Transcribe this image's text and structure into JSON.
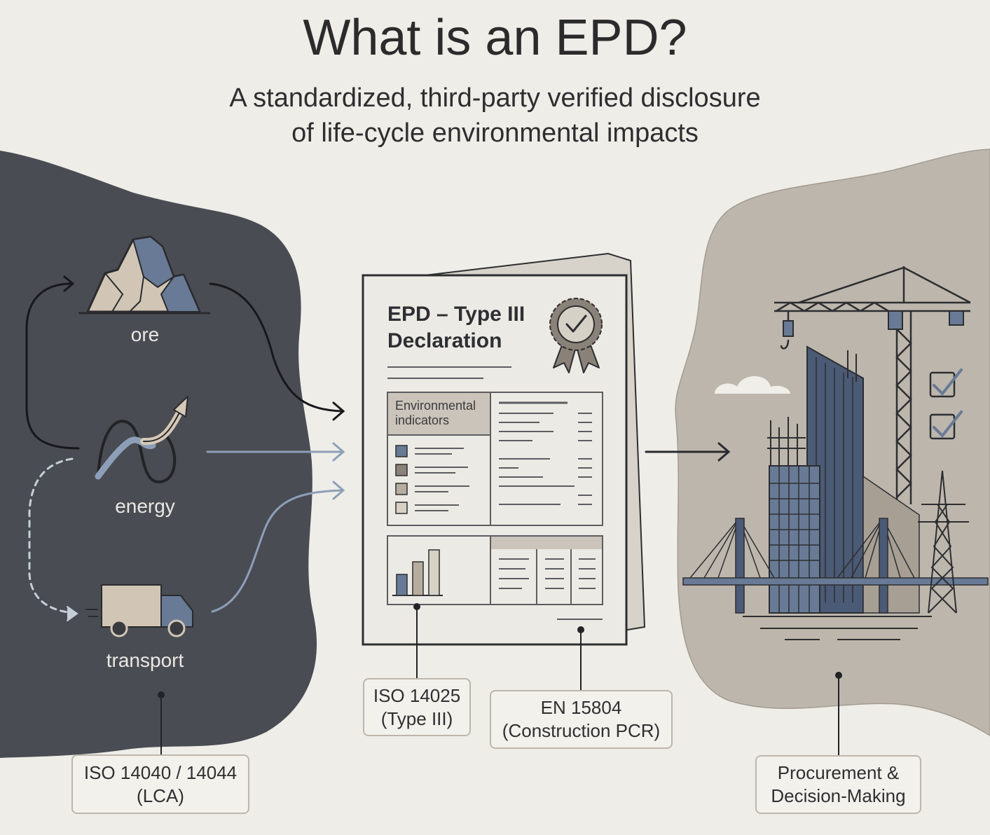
{
  "header": {
    "title": "What is an EPD?",
    "subtitle_line1": "A standardized, third-party verified disclosure",
    "subtitle_line2": "of life-cycle environmental impacts"
  },
  "inputs": {
    "ore_label": "ore",
    "energy_label": "energy",
    "transport_label": "transport"
  },
  "document": {
    "title_line1": "EPD – Type III",
    "title_line2": "Declaration",
    "indicators_line1": "Environmental",
    "indicators_line2": "indicators"
  },
  "callouts": {
    "lca_line1": "ISO 14040 / 14044",
    "lca_line2": "(LCA)",
    "type3_line1": "ISO 14025",
    "type3_line2": "(Type III)",
    "pcr_line1": "EN 15804",
    "pcr_line2": "(Construction PCR)",
    "use_line1": "Procurement &",
    "use_line2": "Decision-Making"
  },
  "colors": {
    "background": "#eeede8",
    "dark_panel": "#4a4c53",
    "warm_panel": "#bdb6ac",
    "accent_blue": "#6a7c98",
    "paper": "#eceae4",
    "ink": "#2e2f33"
  }
}
